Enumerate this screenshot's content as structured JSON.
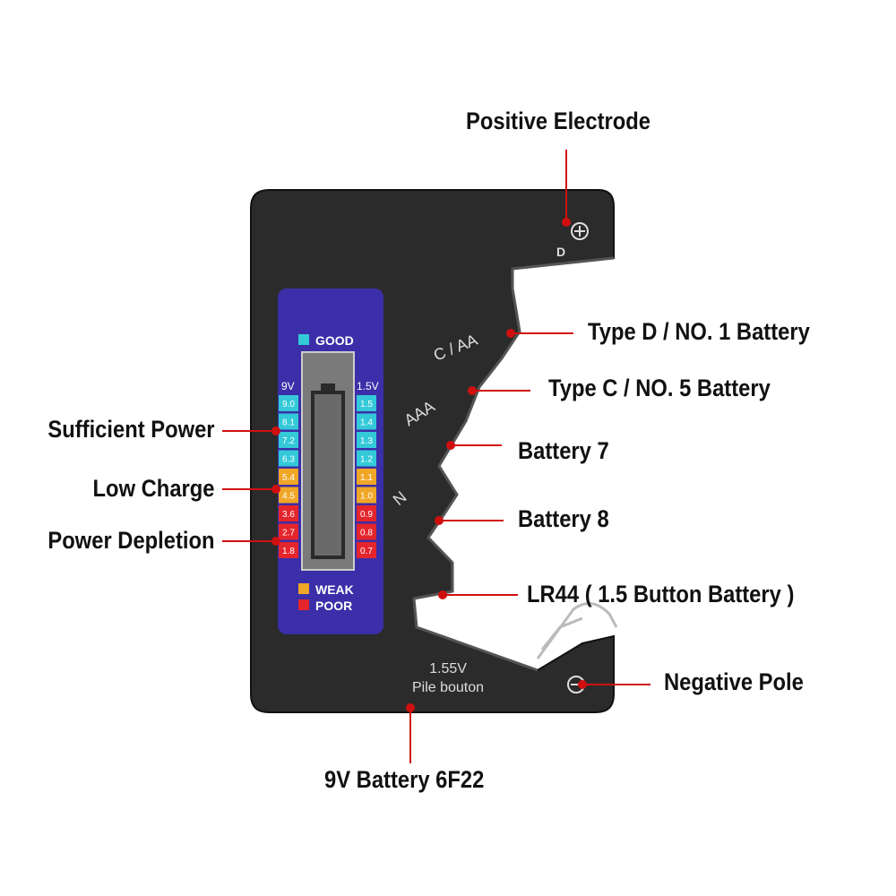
{
  "callouts": {
    "positive_electrode": "Positive Electrode",
    "type_d": "Type D / NO. 1 Battery",
    "type_c": "Type C / NO. 5 Battery",
    "battery_7": "Battery 7",
    "battery_8": "Battery 8",
    "lr44": "LR44 ( 1.5 Button Battery )",
    "negative_pole": "Negative Pole",
    "nine_v_battery": "9V Battery  6F22",
    "sufficient_power": "Sufficient Power",
    "low_charge": "Low Charge",
    "power_depletion": "Power Depletion"
  },
  "device": {
    "d_label": "D",
    "slot_c_aa": "C / AA",
    "slot_aaa": "AAA",
    "slot_n": "N",
    "button_voltage": "1.55V",
    "button_text": "Pile bouton"
  },
  "display": {
    "good_label": "GOOD",
    "weak_label": "WEAK",
    "poor_label": "POOR",
    "left_header": "9V",
    "right_header": "1.5V",
    "left_scale": [
      "9.0",
      "8.1",
      "7.2",
      "6.3",
      "5.4",
      "4.5",
      "3.6",
      "2.7",
      "1.8"
    ],
    "right_scale": [
      "1.5",
      "1.4",
      "1.3",
      "1.2",
      "1.1",
      "1.0",
      "0.9",
      "0.8",
      "0.7"
    ]
  },
  "colors": {
    "device_body": "#2a2a2a",
    "display_bg": "#3a2fa8",
    "good": "#33c9d8",
    "weak": "#f0a626",
    "poor": "#e5252c",
    "pointer": "#d01010"
  }
}
